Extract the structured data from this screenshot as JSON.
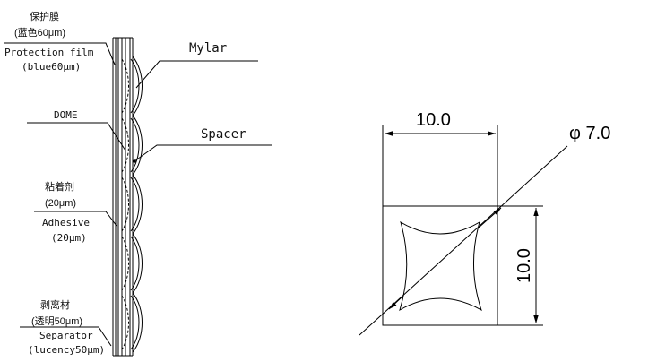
{
  "left_diagram": {
    "labels": {
      "protection_cn": "保护膜",
      "protection_cn_spec": "(蓝色60μm)",
      "protection_en": "Protection film",
      "protection_en_spec": "(blue60μm)",
      "dome": "DOME",
      "adhesive_cn": "粘着剂",
      "adhesive_cn_spec": "(20μm)",
      "adhesive_en": "Adhesive",
      "adhesive_en_spec": "(20μm)",
      "separator_cn": "剥离材",
      "separator_cn_spec": "(透明50μm)",
      "separator_en": "Separator",
      "separator_en_spec": "(lucency50μm)",
      "mylar": "Mylar",
      "spacer": "Spacer"
    },
    "dome_count": 5
  },
  "right_diagram": {
    "width_dimension": "10.0",
    "height_dimension": "10.0",
    "diameter_dimension": "φ 7.0"
  }
}
